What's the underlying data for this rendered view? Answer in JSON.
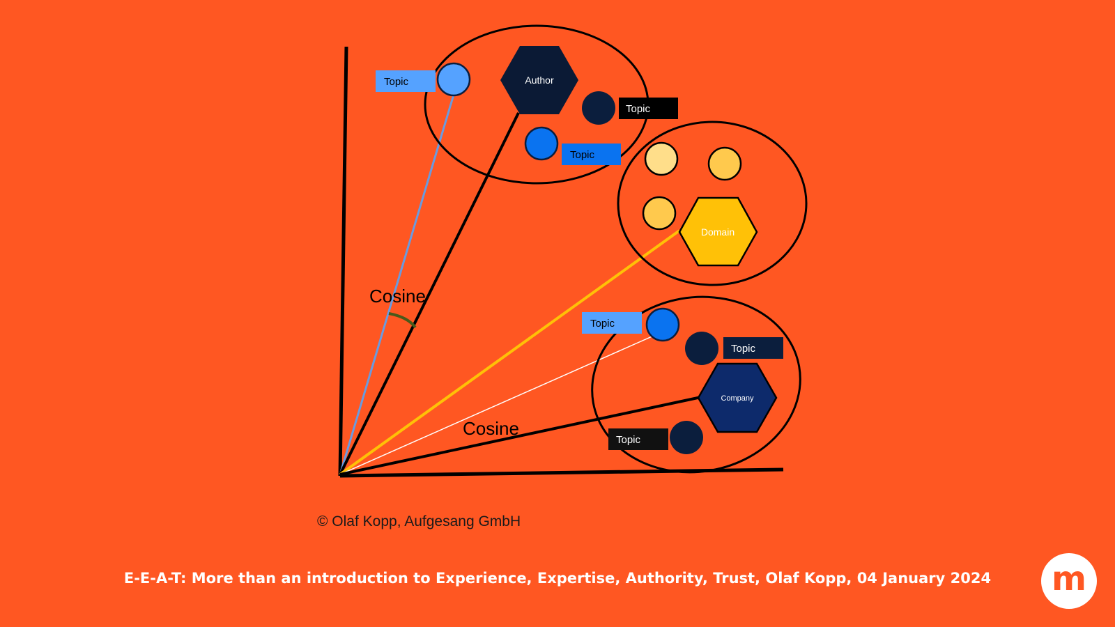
{
  "diagram": {
    "nodes": {
      "author": "Author",
      "domain": "Domain",
      "company": "Company"
    },
    "topic_labels": {
      "author_topic_1": "Topic",
      "author_topic_2": "Topic",
      "author_topic_3": "Topic",
      "company_topic_1": "Topic",
      "company_topic_2": "Topic",
      "company_topic_3": "Topic"
    },
    "angle_labels": {
      "upper": "Cosine",
      "lower": "Cosine"
    },
    "copyright": "© Olaf Kopp, Aufgesang GmbH"
  },
  "footer": {
    "caption": "E-E-A-T: More than an introduction to Experience, Expertise, Authority, Trust, Olaf Kopp, 04 January 2024",
    "logo_letter": "m"
  },
  "colors": {
    "background": "#FF5722",
    "author_hex": "#0B1A35",
    "domain_hex": "#FFC107",
    "company_hex": "#0D2A6B",
    "light_blue": "#55A2FF",
    "blue": "#0A73F0",
    "navy": "#0B1E3D",
    "topic_dark": "#111111",
    "yellow_light": "#FFDE8A",
    "yellow_mid": "#FFC94D",
    "cosine_arc": "#4A5A1A"
  }
}
